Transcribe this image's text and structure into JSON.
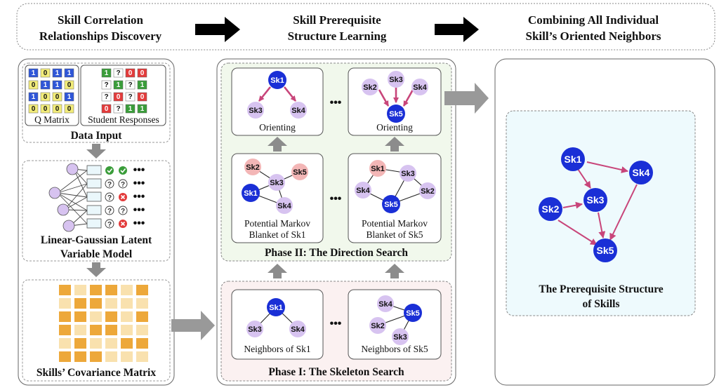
{
  "header": {
    "step1": [
      "Skill Correlation",
      "Relationships Discovery"
    ],
    "step2": [
      "Skill Prerequisite",
      "Structure Learning"
    ],
    "step3": [
      "Combining All Individual",
      "Skill’s Oriented Neighbors"
    ]
  },
  "left": {
    "q_matrix_label": "Q Matrix",
    "responses_label": "Student Responses",
    "data_input_label": "Data Input",
    "lgm_label": [
      "Linear-Gaussian Latent",
      "Variable Model"
    ],
    "cov_label": "Skills’ Covariance Matrix",
    "q_matrix": [
      [
        "1",
        "0",
        "1",
        "1"
      ],
      [
        "0",
        "1",
        "1",
        "0"
      ],
      [
        "1",
        "0",
        "0",
        "1"
      ],
      [
        "0",
        "0",
        "0",
        "0"
      ]
    ],
    "responses": [
      [
        "1",
        "?",
        "0",
        "0"
      ],
      [
        "?",
        "1",
        "?",
        "1"
      ],
      [
        "?",
        "0",
        "?",
        "0"
      ],
      [
        "0",
        "?",
        "1",
        "1"
      ]
    ]
  },
  "middle": {
    "phase2_label": "Phase II: The Direction Search",
    "phase1_label": "Phase I:  The Skeleton Search",
    "orienting_label": "Orienting",
    "blanket_sk1_label": [
      "Potential Markov",
      "Blanket of Sk1"
    ],
    "blanket_sk5_label": [
      "Potential Markov",
      "Blanket of Sk5"
    ],
    "neighbors_sk1_label": "Neighbors of Sk1",
    "neighbors_sk5_label": "Neighbors of Sk5",
    "ellipsis": "•••"
  },
  "right": {
    "structure_label": [
      "The Prerequisite Structure",
      "of Skills"
    ]
  },
  "skills": {
    "sk1": "Sk1",
    "sk2": "Sk2",
    "sk3": "Sk3",
    "sk4": "Sk4",
    "sk5": "Sk5"
  },
  "colors": {
    "target_node": "#1a2fd6",
    "neighbor_node": "#d7c3f0",
    "candidate_node": "#f3b6b6",
    "directed_edge": "#c8457a",
    "phase2_bg": "#f1f8ec",
    "phase1_bg": "#fbf1f1",
    "structure_bg": "#eefafd",
    "q_one": "#2f56d8",
    "q_zero": "#f2ec7a",
    "resp_one": "#3a9d3a",
    "resp_zero": "#e33b3b",
    "covariance_dark": "#eda83a",
    "covariance_light": "#f9e1ae"
  }
}
